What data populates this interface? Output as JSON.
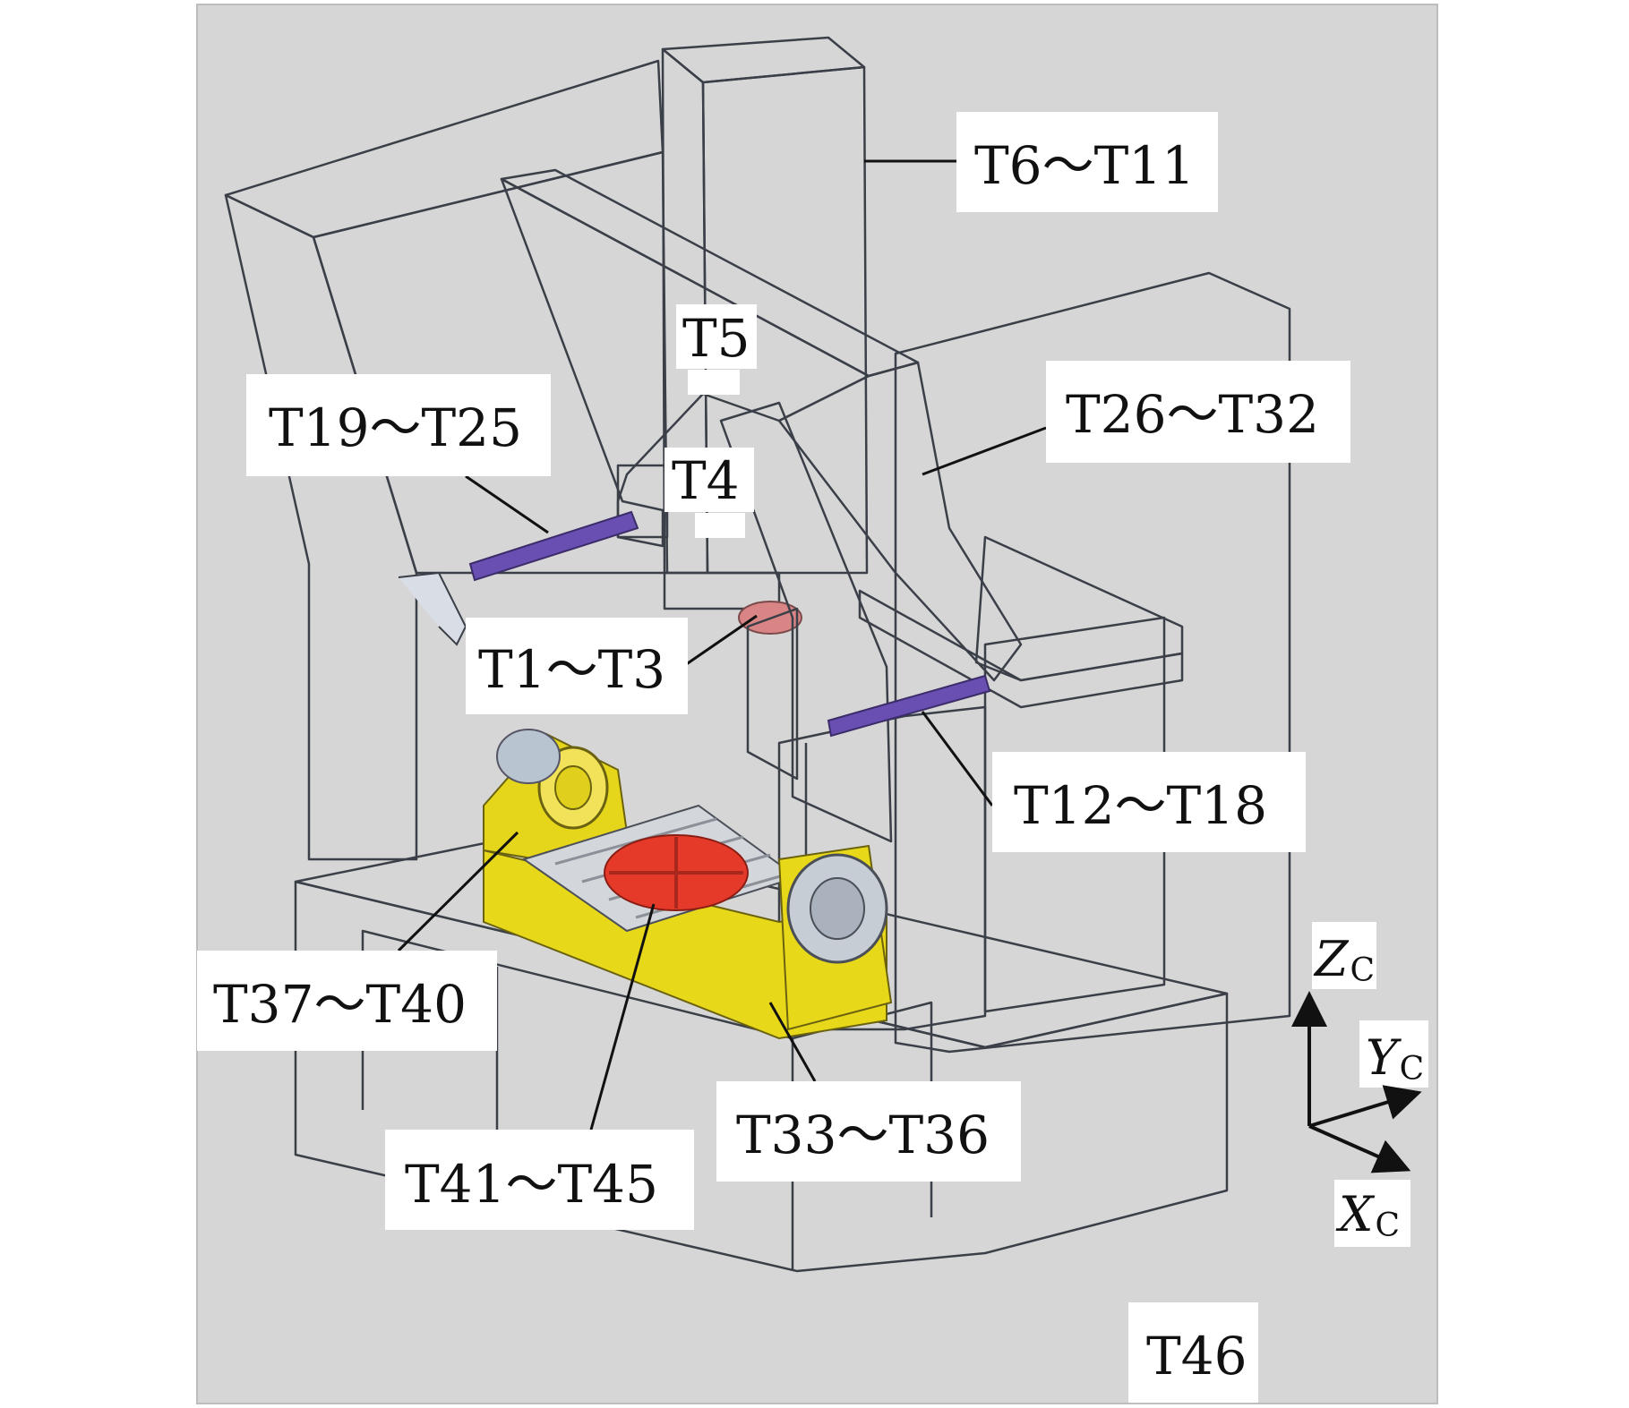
{
  "figure": {
    "background_color": "#d6d6d6",
    "frame_color": "#c9ccd2",
    "part_colors": {
      "spindle_box": "#d67c7c",
      "crossbeam": "#3fae3f",
      "rails": "#6a4fb3",
      "rotary_table": "#e8d81a",
      "table_top": "#e53a2a",
      "bed": "#b9c8dc"
    },
    "labels": {
      "t6_t11": "T6～T11",
      "t5": "T5",
      "t19_t25": "T19～T25",
      "t26_t32": "T26～T32",
      "t4": "T4",
      "t1_t3": "T1～T3",
      "t12_t18": "T12～T18",
      "t37_t40": "T37～T40",
      "t33_t36": "T33～T36",
      "t41_t45": "T41～T45",
      "t46": "T46"
    },
    "axes": {
      "z": "Z",
      "z_sub": "C",
      "y": "Y",
      "y_sub": "C",
      "x": "X",
      "x_sub": "C"
    }
  }
}
